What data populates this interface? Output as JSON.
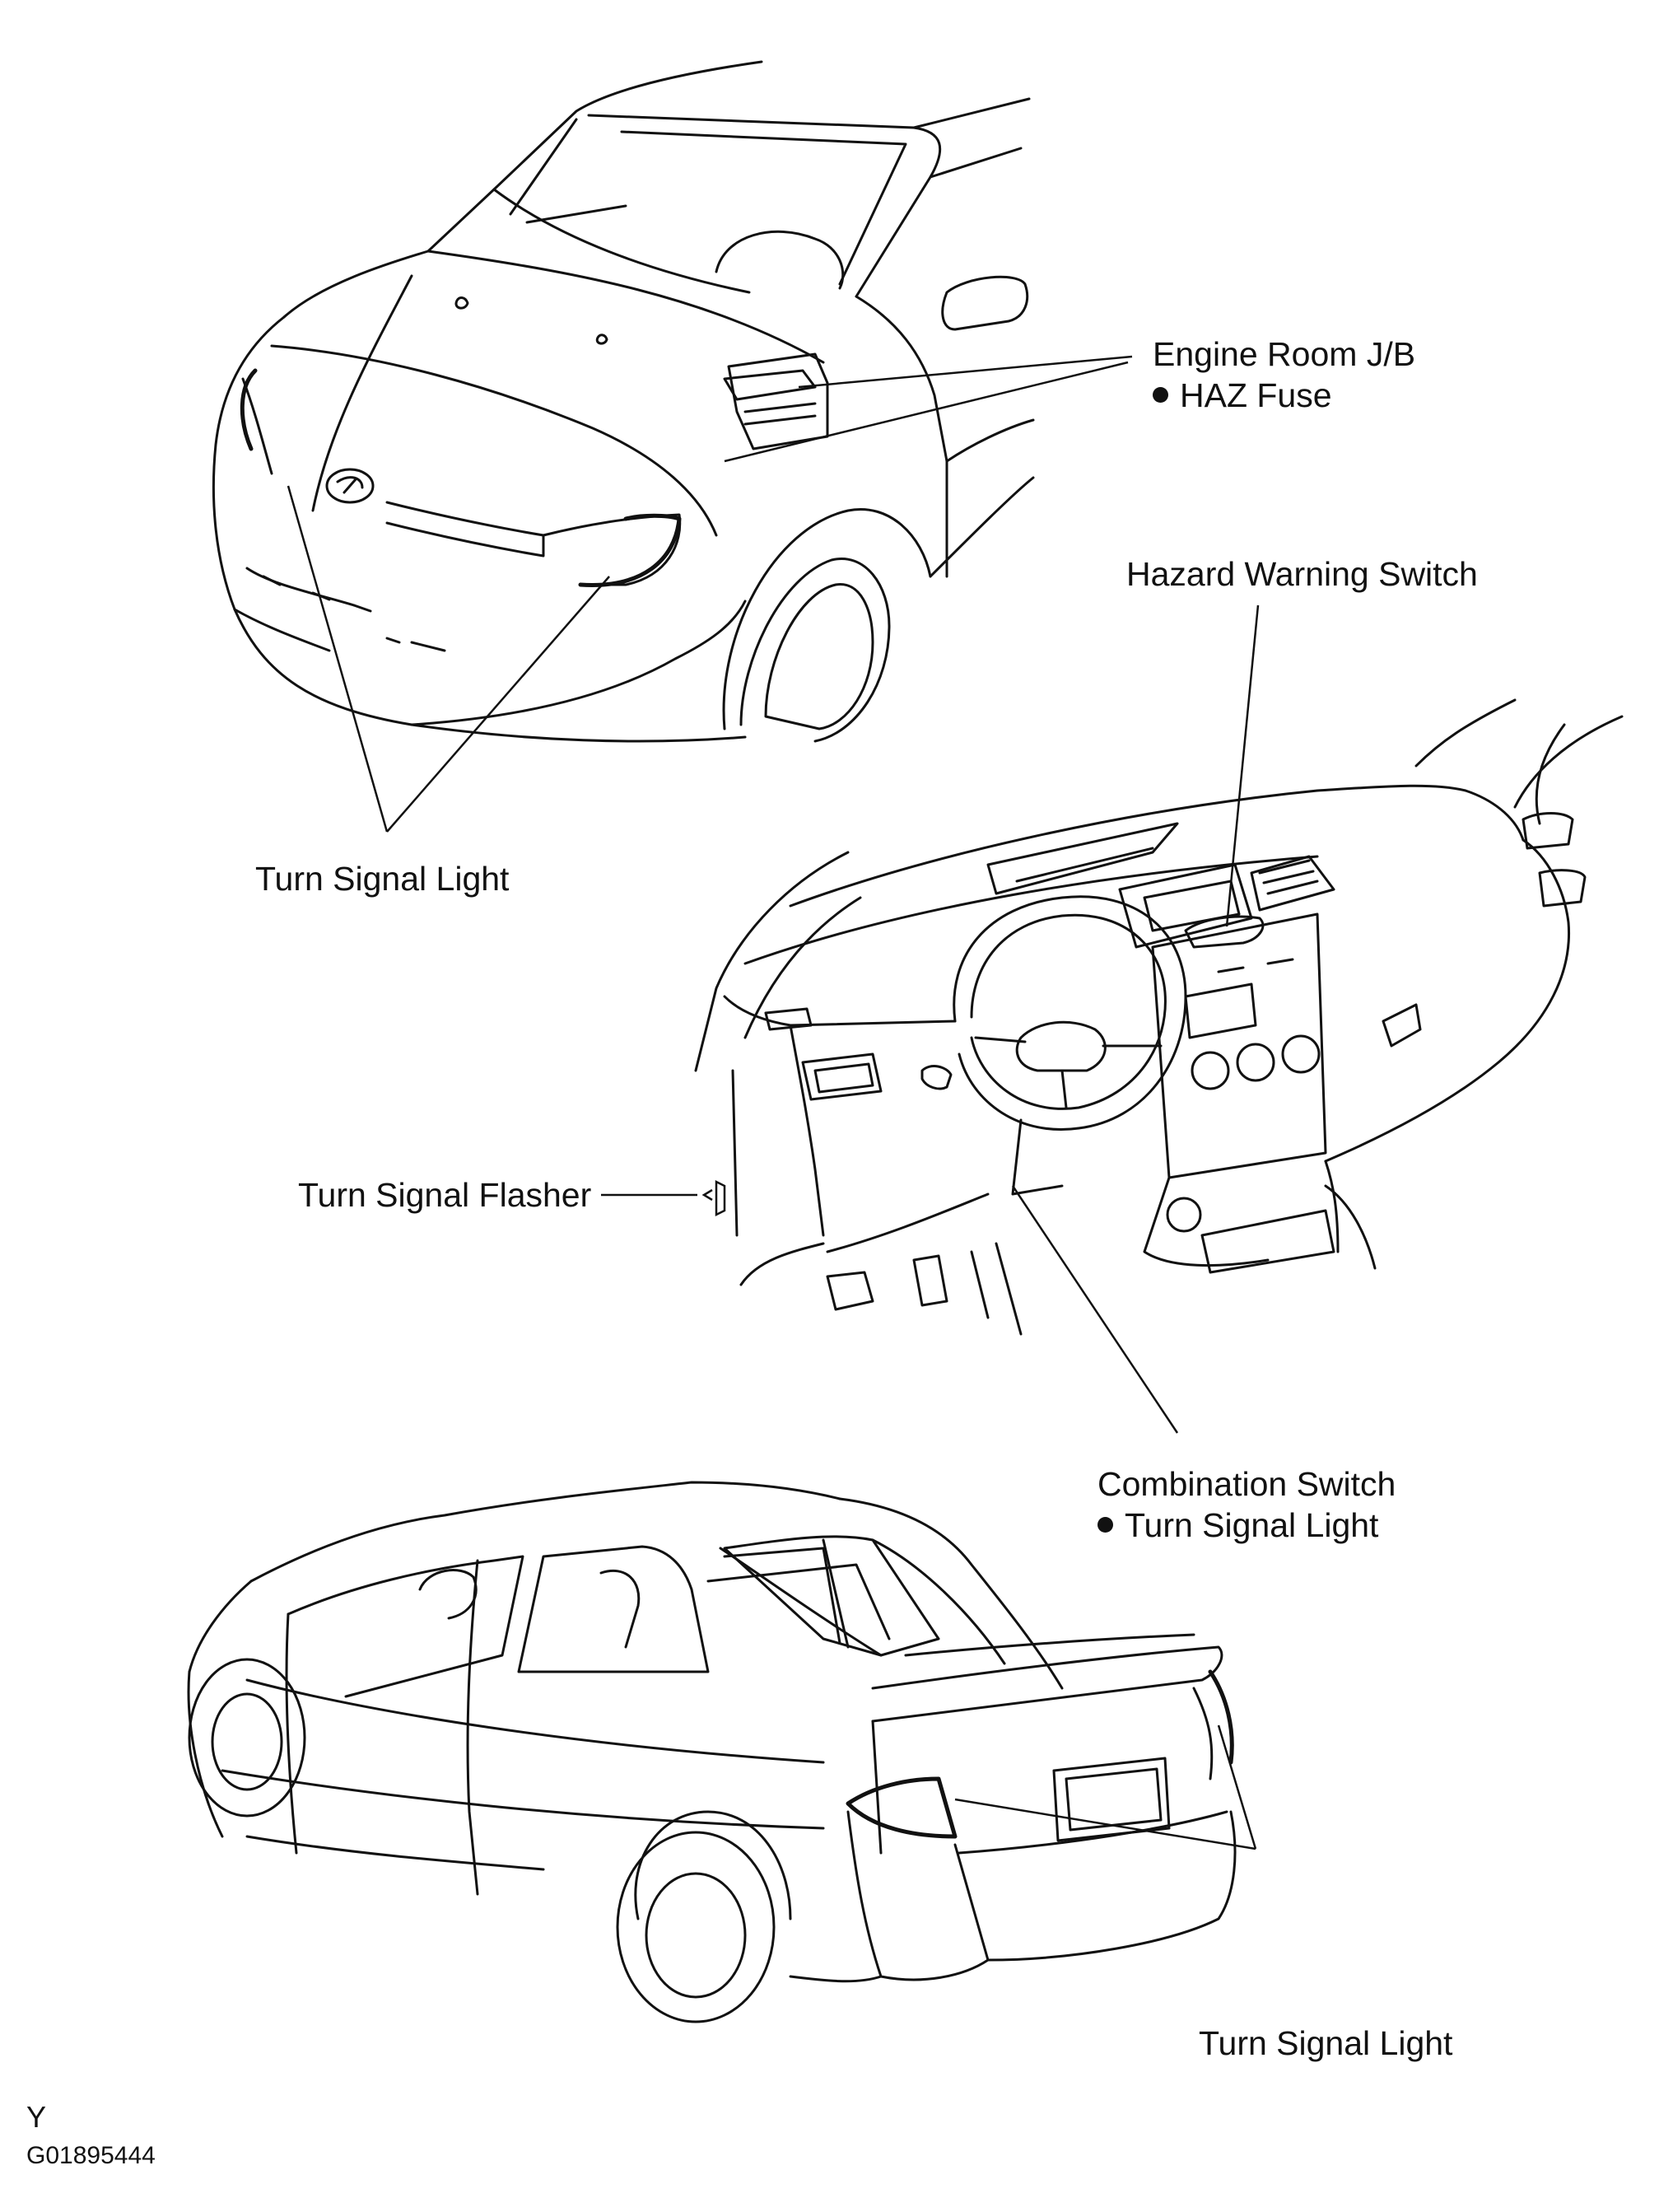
{
  "labels": {
    "engine_room_jb": "Engine Room J/B",
    "haz_fuse": "HAZ Fuse",
    "hazard_warning_switch": "Hazard Warning Switch",
    "turn_signal_light_front": "Turn Signal Light",
    "turn_signal_flasher": "Turn Signal Flasher",
    "combination_switch": "Combination Switch",
    "combination_turn_signal": "Turn Signal Light",
    "turn_signal_light_rear": "Turn Signal Light"
  },
  "footer": {
    "code_letter": "Y",
    "figure_id": "G01895444"
  }
}
